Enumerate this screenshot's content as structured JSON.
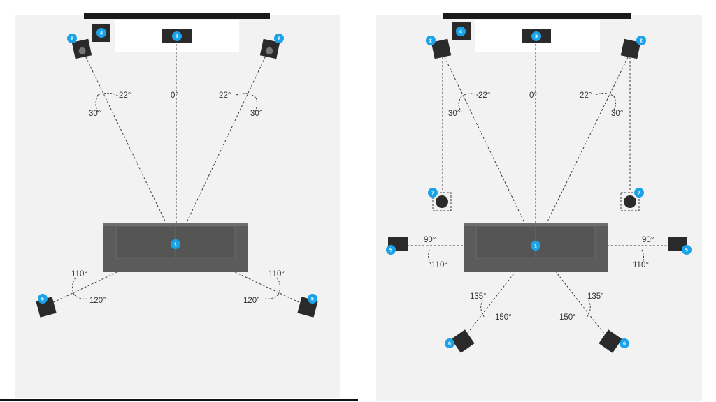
{
  "colors": {
    "room_floor": "#f2f2f2",
    "screen_bar": "#1a1a1a",
    "tv_stand": "#ffffff",
    "sofa": "#5b5b5b",
    "speaker": "#2a2a2a",
    "badge": "#1aa3e8",
    "guide_line": "#3a3a3a"
  },
  "layouts": [
    {
      "name": "layout-5-1",
      "badges": {
        "listener": "1",
        "front_speaker": "2",
        "center_speaker": "3",
        "subwoofer": "4",
        "surround_speaker": "5"
      },
      "angles": {
        "center": "0°",
        "front_left_inner": "22°",
        "front_left_outer": "30°",
        "front_right_inner": "22°",
        "front_right_outer": "30°",
        "surround_left_inner": "110°",
        "surround_left_outer": "120°",
        "surround_right_inner": "110°",
        "surround_right_outer": "120°"
      }
    },
    {
      "name": "layout-7-1",
      "badges": {
        "listener": "1",
        "front_speaker": "2",
        "center_speaker": "3",
        "subwoofer": "4",
        "side_speaker": "5",
        "rear_speaker": "6",
        "height_speaker": "7"
      },
      "angles": {
        "center": "0°",
        "front_left_inner": "22°",
        "front_left_outer": "30°",
        "front_right_inner": "22°",
        "front_right_outer": "30°",
        "side_left_inner": "90°",
        "side_left_outer": "110°",
        "side_right_inner": "90°",
        "side_right_outer": "110°",
        "rear_left_inner": "135°",
        "rear_left_outer": "150°",
        "rear_right_inner": "135°",
        "rear_right_outer": "150°"
      }
    }
  ]
}
